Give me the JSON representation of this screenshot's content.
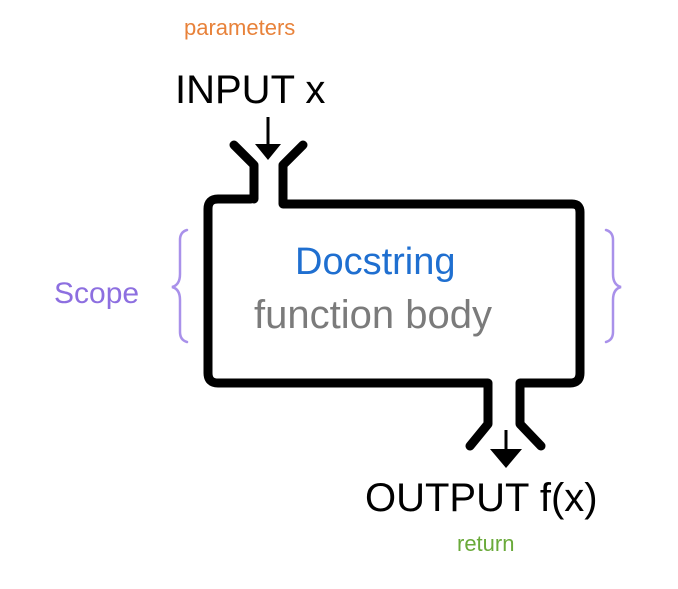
{
  "labels": {
    "parameters": "parameters",
    "input": "INPUT x",
    "docstring": "Docstring",
    "body": "function body",
    "scope": "Scope",
    "output": "OUTPUT f(x)",
    "return": "return"
  },
  "colors": {
    "parameters": "#e8823a",
    "docstring": "#1f6fd0",
    "body": "#7b7b7b",
    "scope": "#8d6fe0",
    "return": "#6aaa3a",
    "outline": "#000000"
  }
}
